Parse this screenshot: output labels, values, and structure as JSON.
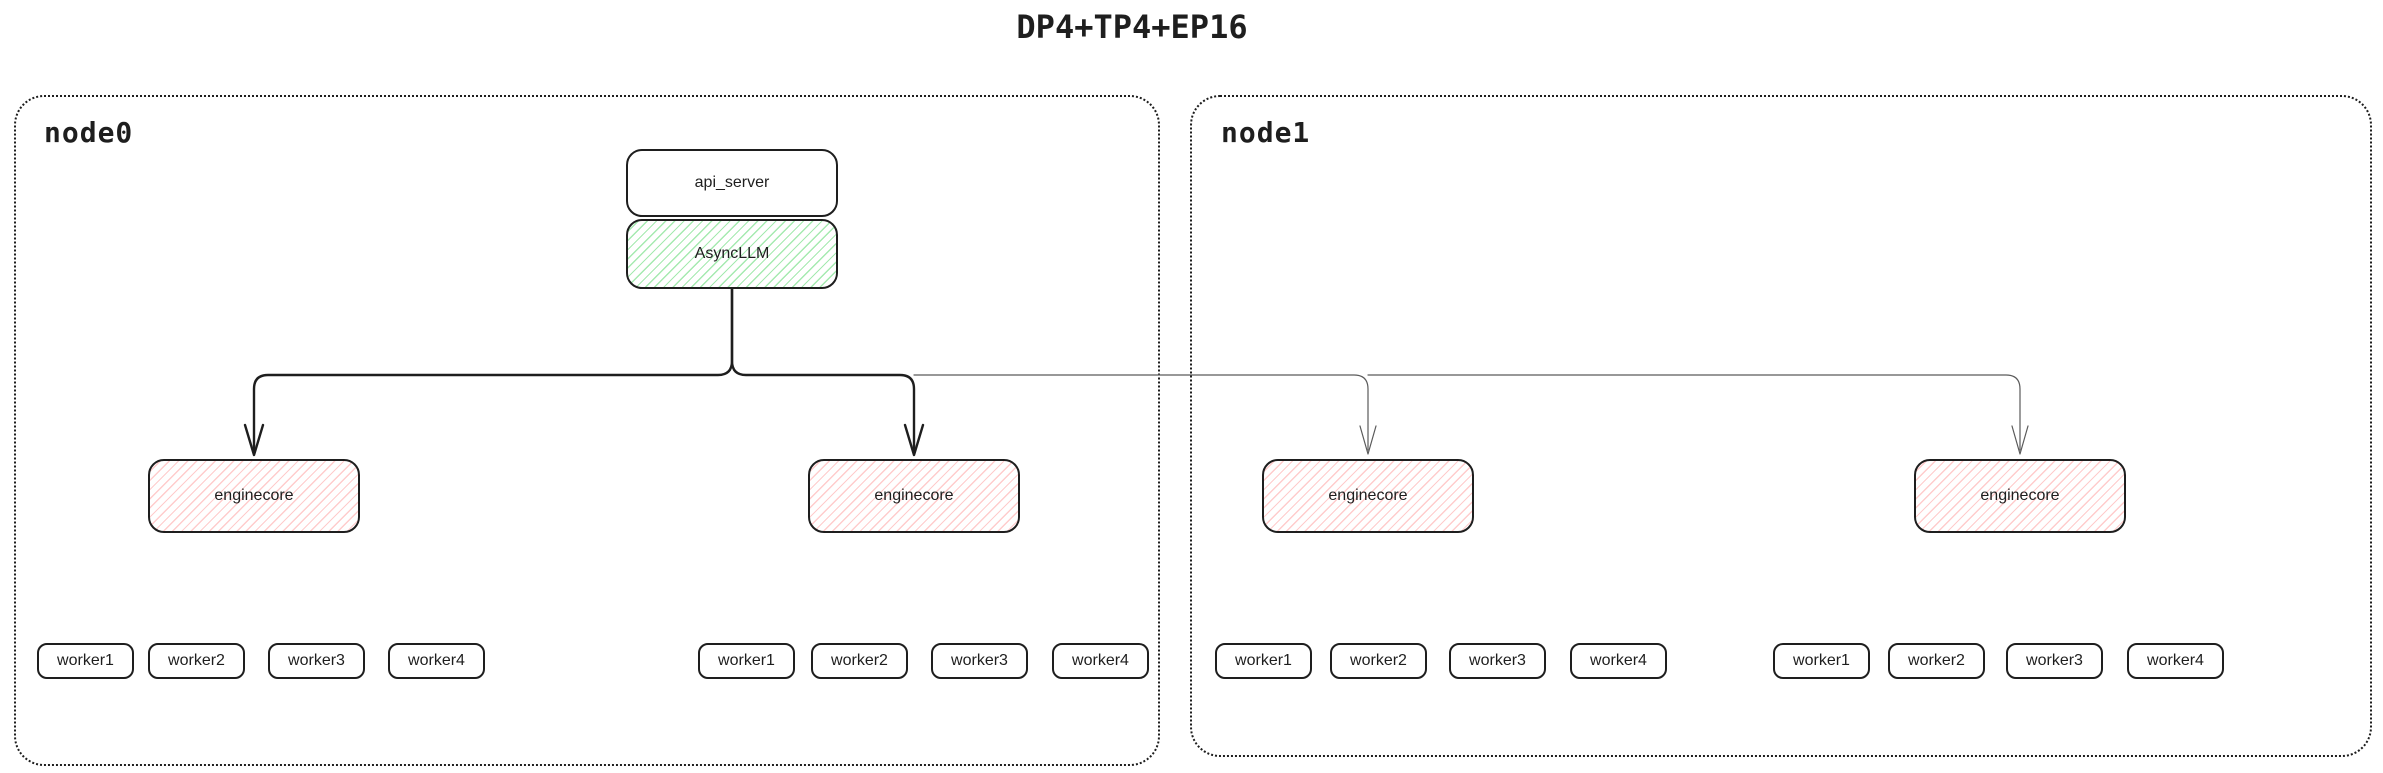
{
  "title": "DP4+TP4+EP16",
  "colors": {
    "stroke": "#1e1e1e",
    "node-border": "#1e1e1e",
    "thin-line": "#5a5a5a",
    "green-hatch": "#69db7c99",
    "red-hatch": "#ff8f8f73"
  },
  "node0": {
    "label": "node0",
    "api_server_label": "api_server",
    "asyncllm_label": "AsyncLLM",
    "enginecores": [
      "enginecore",
      "enginecore"
    ],
    "worker_groups": [
      [
        "worker1",
        "worker2",
        "worker3",
        "worker4"
      ],
      [
        "worker1",
        "worker2",
        "worker3",
        "worker4"
      ]
    ]
  },
  "node1": {
    "label": "node1",
    "enginecores": [
      "enginecore",
      "enginecore"
    ],
    "worker_groups": [
      [
        "worker1",
        "worker2",
        "worker3",
        "worker4"
      ],
      [
        "worker1",
        "worker2",
        "worker3",
        "worker4"
      ]
    ]
  }
}
